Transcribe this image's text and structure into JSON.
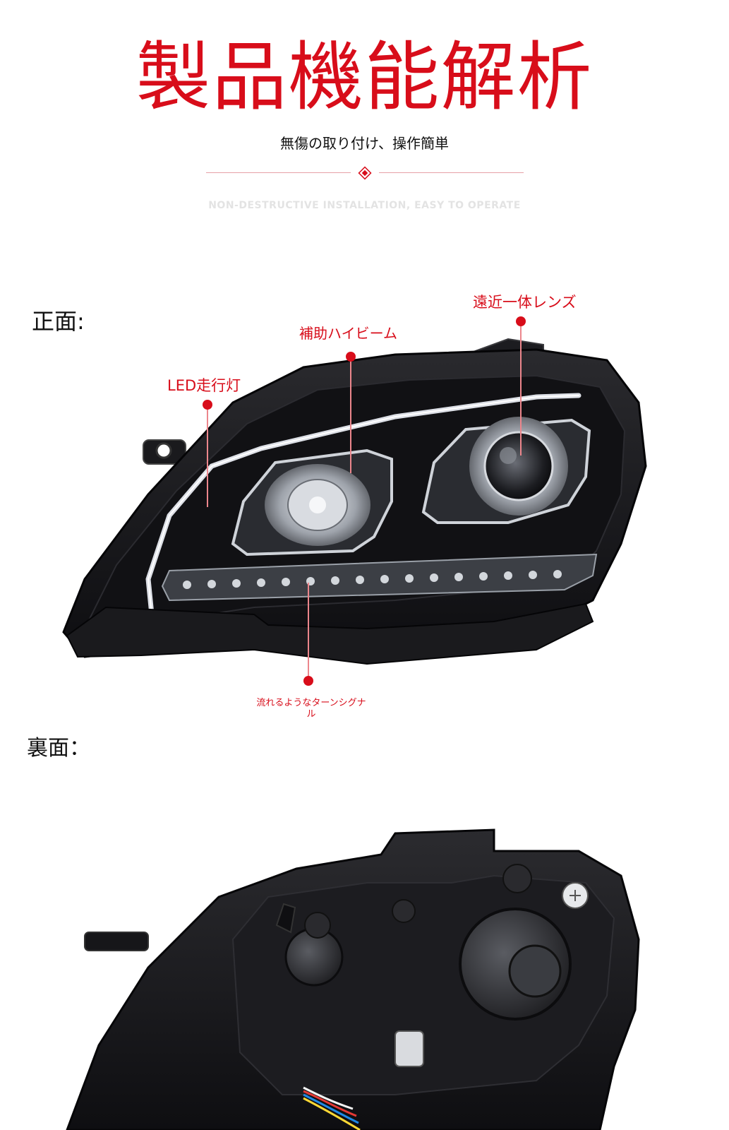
{
  "header": {
    "title": "製品機能解析",
    "subtitle": "無傷の取り付け、操作簡単",
    "english_tagline": "NON-DESTRUCTIVE INSTALLATION, EASY TO OPERATE"
  },
  "front_view": {
    "label": "正面:",
    "callouts": {
      "projector_lens": "遠近一体レンズ",
      "aux_high_beam": "補助ハイビーム",
      "led_drl": "LED走行灯",
      "sequential_turn_signal": "流れるようなターンシグナル"
    }
  },
  "rear_view": {
    "label": "裏面："
  },
  "colors": {
    "accent_red": "#d80d1a",
    "housing_dark": "#17171a",
    "chrome": "#c9ccd2"
  }
}
